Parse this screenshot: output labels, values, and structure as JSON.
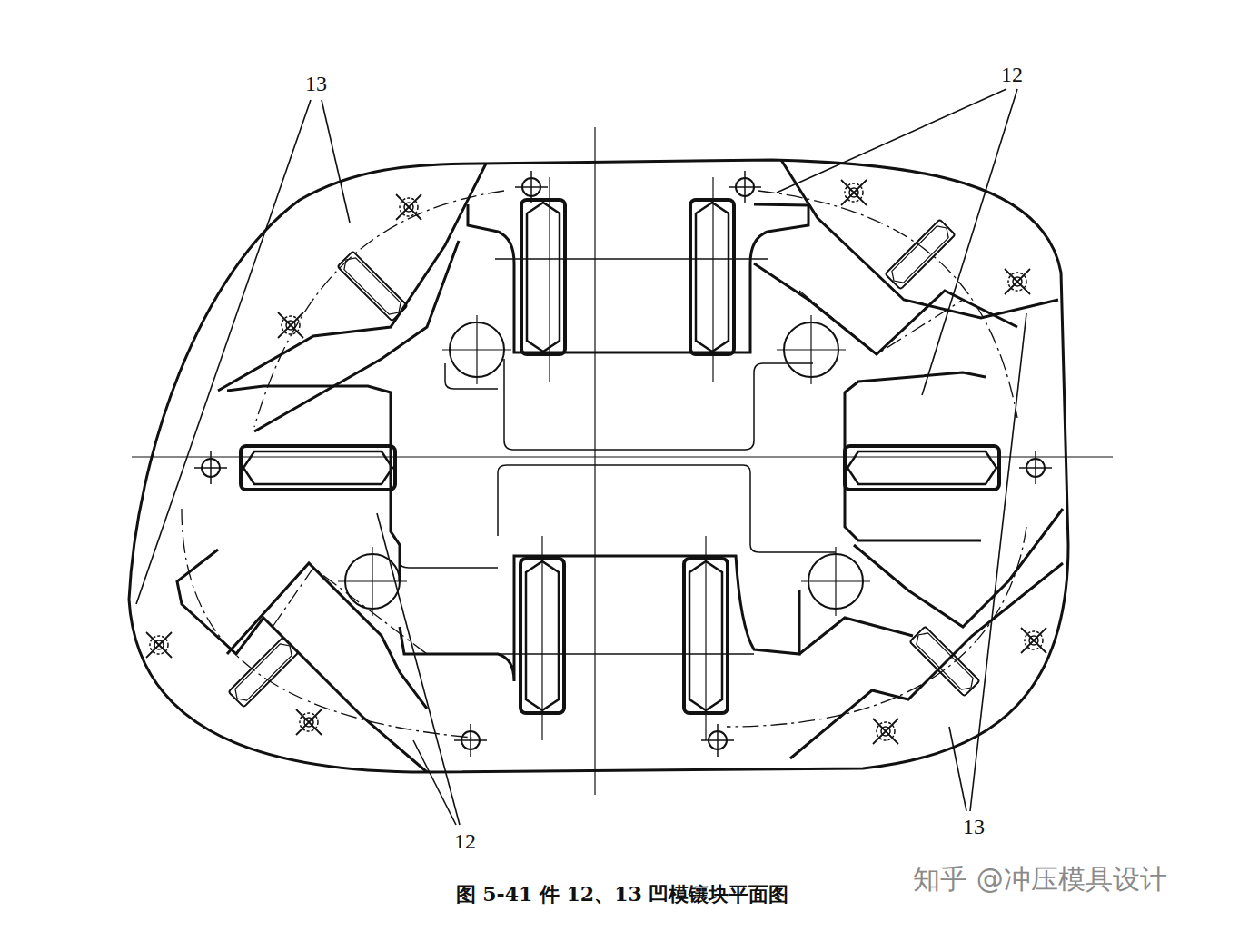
{
  "diagram": {
    "caption": "图 5-41 件 12、13 凹模镶块平面图",
    "labels": [
      "13",
      "12",
      "12",
      "13",
      "知乎 @冲压模具设计"
    ]
  }
}
